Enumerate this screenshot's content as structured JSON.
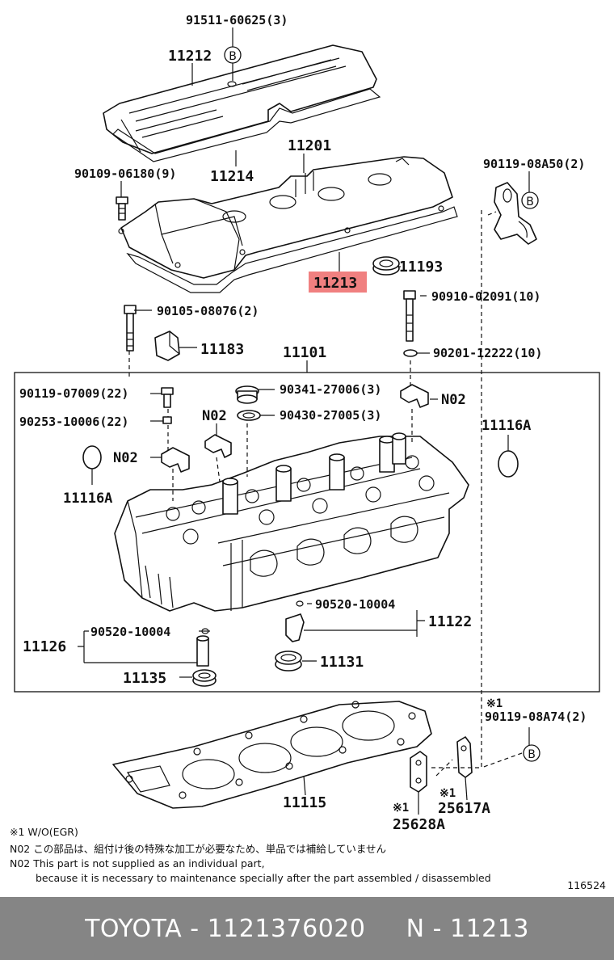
{
  "parts": {
    "p91511": "91511-60625(3)",
    "p11212": "11212",
    "p11214": "11214",
    "p11201": "11201",
    "p90109": "90109-06180(9)",
    "p90119a": "90119-08A50(2)",
    "p11213": "11213",
    "p11193": "11193",
    "p90910": "90910-02091(10)",
    "p90105": "90105-08076(2)",
    "p90201": "90201-12222(10)",
    "p11183": "11183",
    "p11101": "11101",
    "p90119b": "90119-07009(22)",
    "p90341": "90341-27006(3)",
    "p90253": "90253-10006(22)",
    "p90430": "90430-27005(3)",
    "n02a": "N02",
    "n02b": "N02",
    "n02c": "N02",
    "p11116a_r": "11116A",
    "p11116a_l": "11116A",
    "p90520a": "90520-10004",
    "p11122": "11122",
    "p90520b": "90520-10004",
    "p11126": "11126",
    "p11131": "11131",
    "p11135": "11135",
    "mark1a": "※1",
    "p90119c": "90119-08A74(2)",
    "p11115": "11115",
    "mark1b": "※1",
    "p25617a": "25617A",
    "mark1c": "※1",
    "p25628a": "25628A",
    "b_mark": "B",
    "fig_no": "116524"
  },
  "highlight_color": "#f08080",
  "notes": {
    "line1": "※1 W/O(EGR)",
    "line2": "N02 この部品は、組付け後の特殊な加工が必要なため、単品では補給していません",
    "line3": "N02 This part is not supplied as an individual part,",
    "line4": "because it is necessary to maintenance specially after the part assembled / disassembled"
  },
  "footer": {
    "text": "TOYOTA - 1121376020     N - 11213"
  }
}
